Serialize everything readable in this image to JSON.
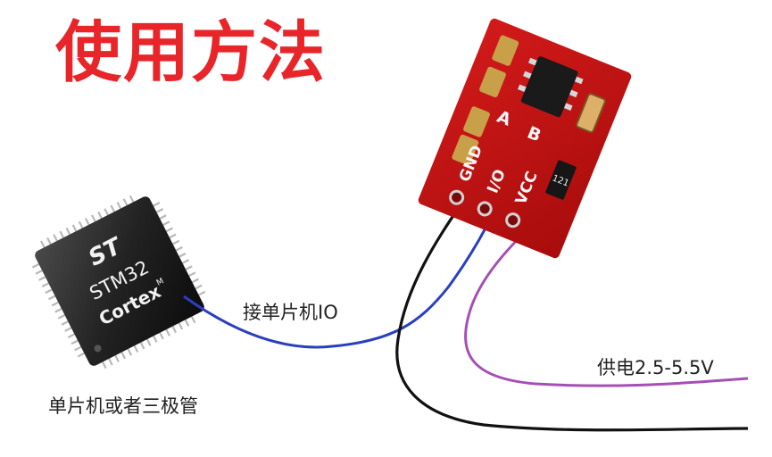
{
  "title": "使用方法",
  "chip": {
    "brand_logo": "ST",
    "model": "STM32",
    "core": "Cortex",
    "core_suffix": "M"
  },
  "module": {
    "pins": [
      "GND",
      "I/O",
      "VCC"
    ],
    "pads": [
      "A",
      "B"
    ],
    "resistor_marking": "121"
  },
  "labels": {
    "io": "接单片机IO",
    "power": "供电2.5-5.5V",
    "mcu": "单片机或者三极管"
  },
  "colors": {
    "title": "#e8262a",
    "board": "#c41414",
    "wire_io": "#2a3fbf",
    "wire_vcc": "#a44fb5",
    "wire_gnd": "#111111"
  }
}
